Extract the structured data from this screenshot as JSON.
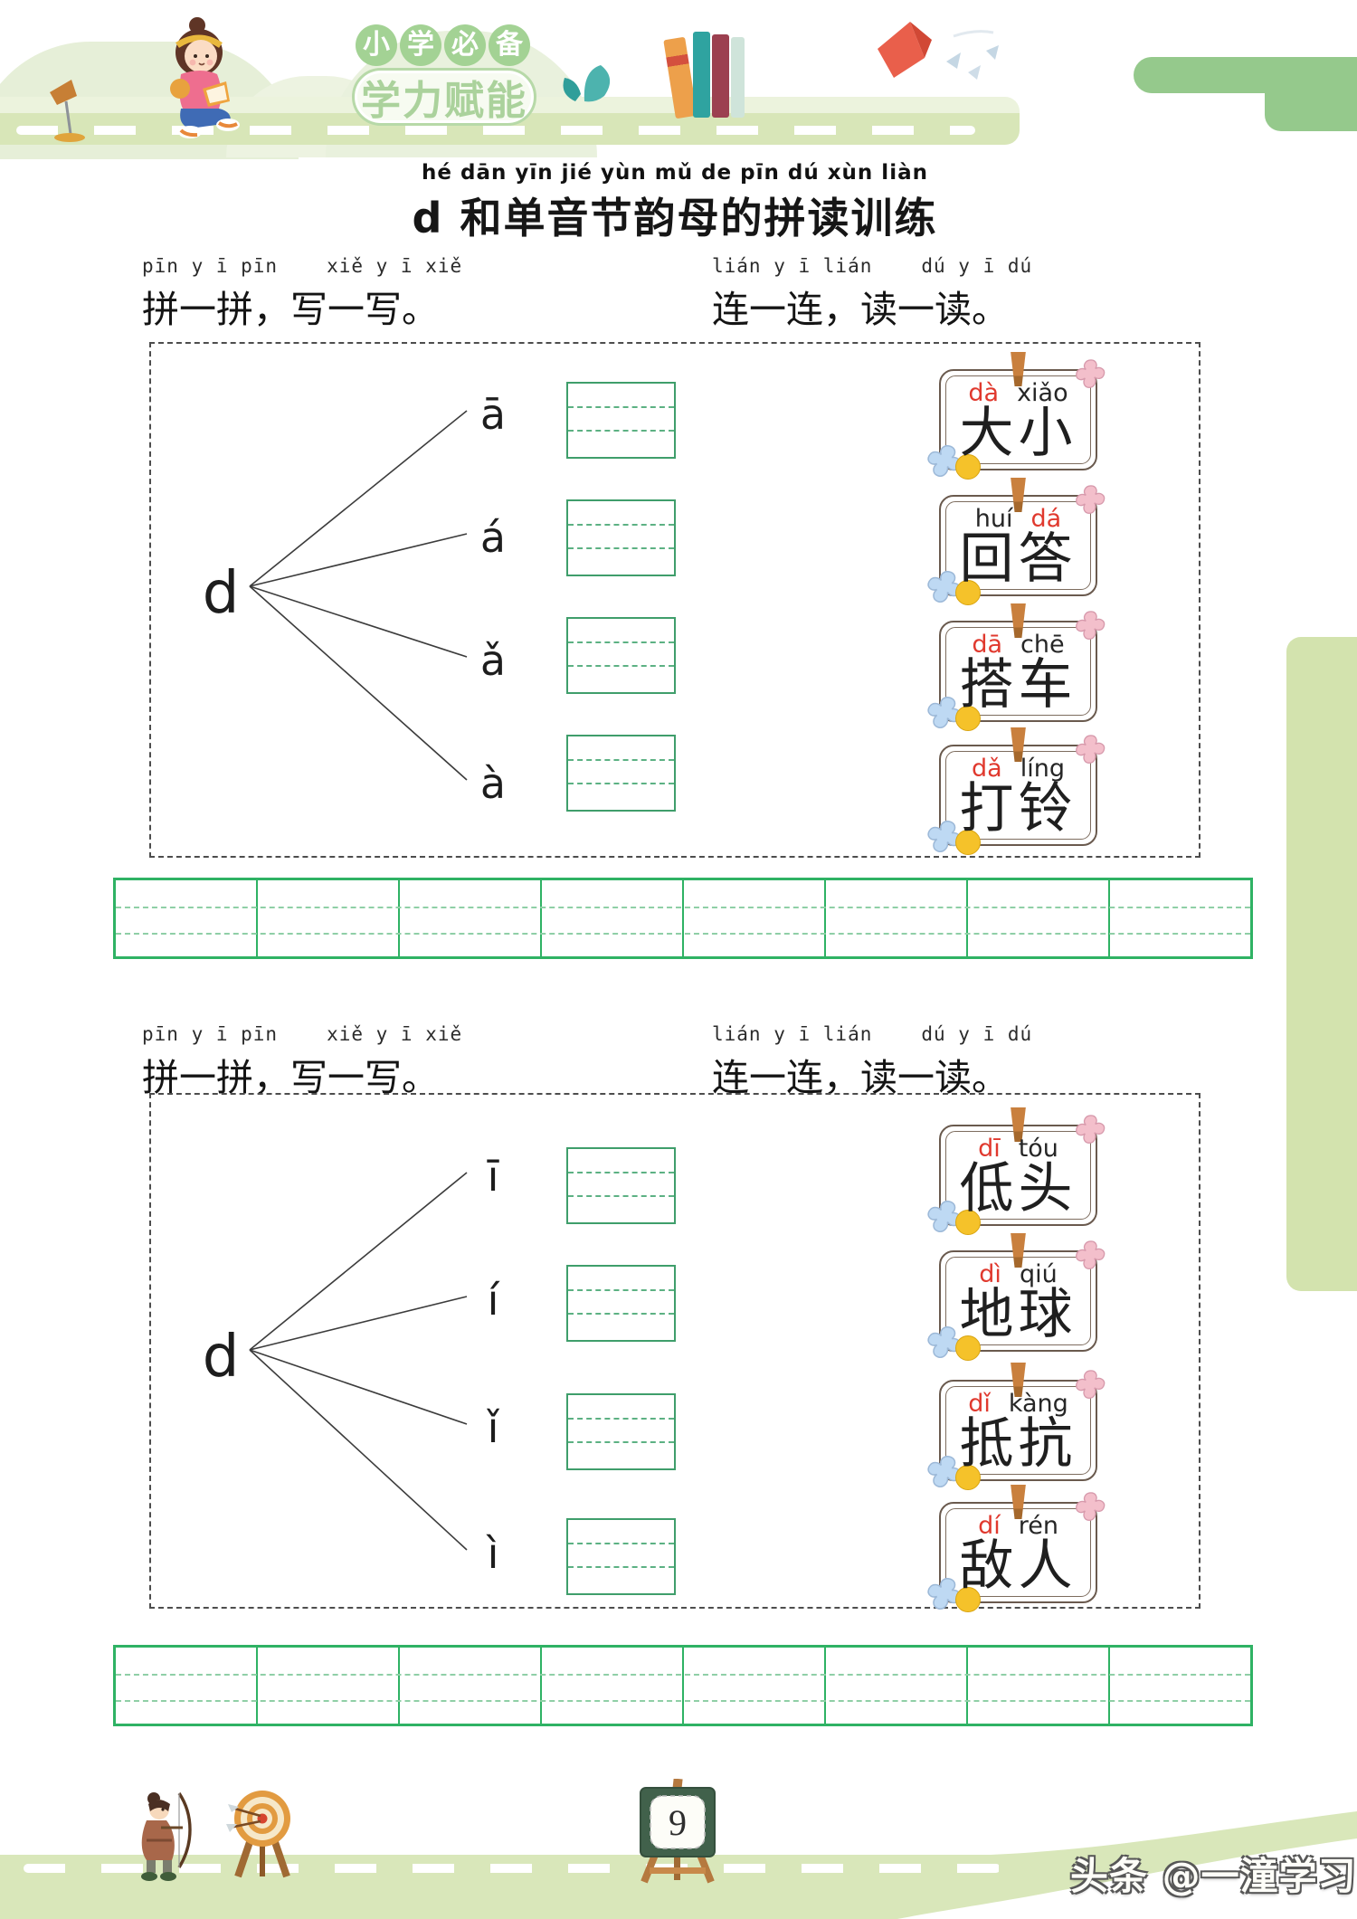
{
  "header": {
    "badge_top": "小学必备",
    "badge_bottom": "学力赋能"
  },
  "title": {
    "pinyin": "hé dān yīn jié yùn mǔ de pīn dú xùn liàn",
    "text": "d 和单音节韵母的拼读训练"
  },
  "sections": [
    {
      "left_pinyin": [
        "pīn y ī pīn",
        "xiě y ī xiě"
      ],
      "left_text": "拼一拼，写一写。",
      "right_pinyin": [
        "lián y ī lián",
        "dú y ī dú"
      ],
      "right_text": "连一连，读一读。",
      "initial": "d",
      "finals": [
        "ā",
        "á",
        "ǎ",
        "à"
      ],
      "cards": [
        {
          "syllables": [
            {
              "text": "dà",
              "red": true
            },
            {
              "text": "xiǎo",
              "red": false
            }
          ],
          "word": "大小"
        },
        {
          "syllables": [
            {
              "text": "huí",
              "red": false
            },
            {
              "text": "dá",
              "red": true
            }
          ],
          "word": "回答"
        },
        {
          "syllables": [
            {
              "text": "dā",
              "red": true
            },
            {
              "text": "chē",
              "red": false
            }
          ],
          "word": "搭车"
        },
        {
          "syllables": [
            {
              "text": "dǎ",
              "red": true
            },
            {
              "text": "líng",
              "red": false
            }
          ],
          "word": "打铃"
        }
      ]
    },
    {
      "left_pinyin": [
        "pīn y ī pīn",
        "xiě y ī xiě"
      ],
      "left_text": "拼一拼，写一写。",
      "right_pinyin": [
        "lián y ī lián",
        "dú y ī dú"
      ],
      "right_text": "连一连，读一读。",
      "initial": "d",
      "finals": [
        "ī",
        "í",
        "ǐ",
        "ì"
      ],
      "cards": [
        {
          "syllables": [
            {
              "text": "dī",
              "red": true
            },
            {
              "text": "tóu",
              "red": false
            }
          ],
          "word": "低头"
        },
        {
          "syllables": [
            {
              "text": "dì",
              "red": true
            },
            {
              "text": "qiú",
              "red": false
            }
          ],
          "word": "地球"
        },
        {
          "syllables": [
            {
              "text": "dǐ",
              "red": true
            },
            {
              "text": "kàng",
              "red": false
            }
          ],
          "word": "抵抗"
        },
        {
          "syllables": [
            {
              "text": "dí",
              "red": true
            },
            {
              "text": "rén",
              "red": false
            }
          ],
          "word": "敌人"
        }
      ]
    }
  ],
  "footer": {
    "page_number": "9",
    "watermark": "头条 @一潼学习"
  },
  "colors": {
    "badge_green": "#a3d294",
    "pill_green": "#abd29c",
    "bracket_green": "#95c98c",
    "tab_green": "#d3e3ae",
    "band_green": "#d9e7ba",
    "grid_green": "#2fb264",
    "pinyin_red": "#e0392e",
    "dot_yellow": "#f5c22a",
    "pin_brown": "#c9803e",
    "flower_pink": "#f3bfcb",
    "flower_blue": "#bed9f3",
    "board_green": "#41614b",
    "wood_brown": "#b5793f"
  }
}
